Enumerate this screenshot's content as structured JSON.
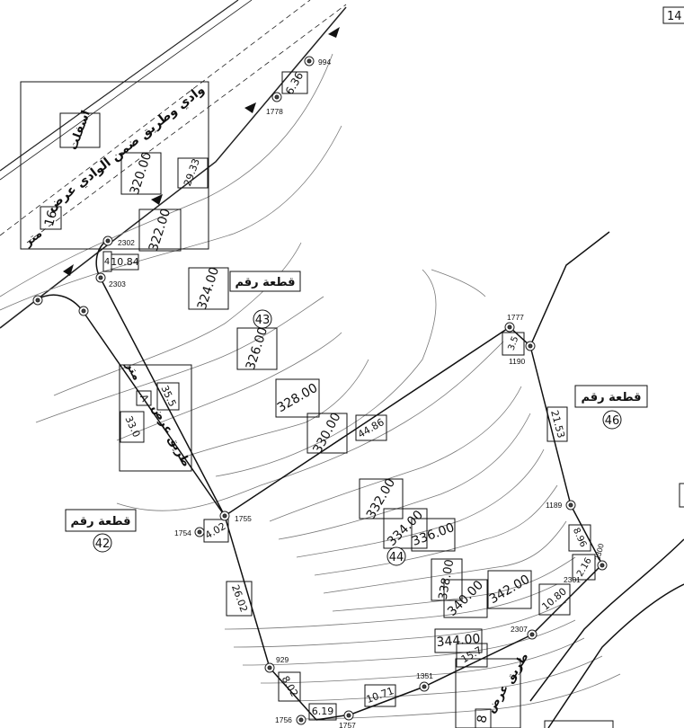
{
  "sheet_ref": "14",
  "contours": [
    "320.00",
    "322.00",
    "324.00",
    "326.00",
    "328.00",
    "330.00",
    "332.00",
    "334.00",
    "336.00",
    "338.00",
    "340.00",
    "342.00",
    "344.00"
  ],
  "survey_points": [
    "994",
    "1778",
    "2302",
    "2303",
    "1777",
    "1190",
    "1755",
    "1754",
    "1189",
    "2300",
    "2301",
    "929",
    "2307",
    "1351",
    "1756",
    "1757"
  ],
  "dimensions": [
    "6.36",
    "10.84",
    "4",
    "29.33",
    "16",
    "35.5",
    "A",
    "33.0",
    "44.86",
    "3.5",
    "21.53",
    "4.02",
    "8.96",
    "2.16",
    "10.80",
    "26.02",
    "8.02",
    "6.19",
    "10.71",
    "15.7",
    "8"
  ],
  "parcels": [
    {
      "label": "قطعة رقم",
      "number": "43"
    },
    {
      "label": "قطعة رقم",
      "number": "46"
    },
    {
      "label": "قطعة رقم",
      "number": "42"
    },
    {
      "label": "",
      "number": "44"
    }
  ],
  "labels": {
    "asphalt": "اسفلت",
    "wadi_road": "وادي وطريق ضمن الوادي عرض",
    "meter": "متر",
    "road_width": "طريق عرض",
    "road_width_bottom": "طريق عرض"
  }
}
